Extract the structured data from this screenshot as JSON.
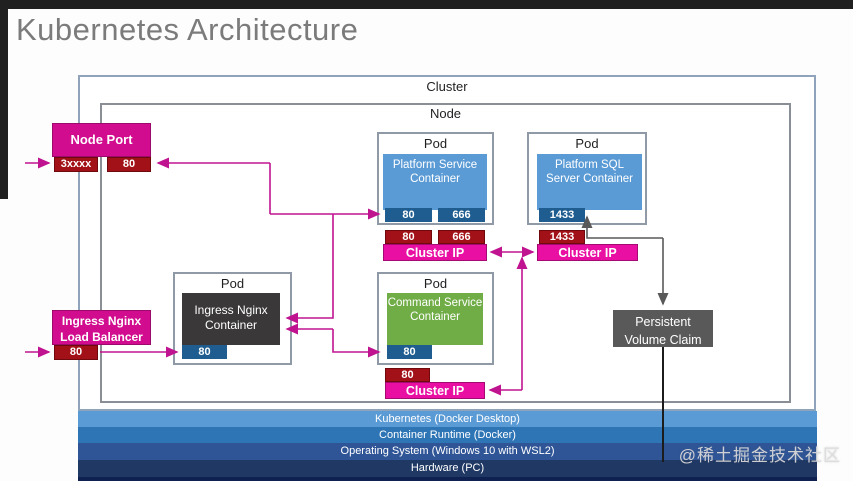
{
  "title": "Kubernetes Architecture",
  "watermark": "@稀土掘金技术社区",
  "labels": {
    "cluster": "Cluster",
    "node": "Node"
  },
  "node_port": {
    "title": "Node Port",
    "port1": "3xxxx",
    "port2": "80"
  },
  "ingress_lb": {
    "title": "Ingress Nginx Load Balancer",
    "port": "80"
  },
  "platform_pod": {
    "pod_label": "Pod",
    "container": "Platform Service Container",
    "container_port1": "80",
    "container_port2": "666",
    "service_port1": "80",
    "service_port2": "666",
    "cluster_ip": "Cluster IP"
  },
  "sql_pod": {
    "pod_label": "Pod",
    "container": "Platform SQL Server Container",
    "container_port1": "1433",
    "service_port1": "1433",
    "cluster_ip": "Cluster IP"
  },
  "ingress_pod": {
    "pod_label": "Pod",
    "container": "Ingress Nginx Container",
    "container_port1": "80"
  },
  "command_pod": {
    "pod_label": "Pod",
    "container": "Command Service Container",
    "container_port1": "80",
    "service_port1": "80",
    "cluster_ip": "Cluster IP"
  },
  "pvc": {
    "label": "Persistent Volume Claim"
  },
  "layers": [
    {
      "label": "Kubernetes (Docker Desktop)",
      "color": "#5B9BD5"
    },
    {
      "label": "Container Runtime (Docker)",
      "color": "#2E75B6"
    },
    {
      "label": "Operating System (Windows 10 with WSL2)",
      "color": "#2F5597"
    },
    {
      "label": "Hardware (PC)",
      "color": "#1F3864"
    }
  ],
  "colors": {
    "magenta": "#D10C8E",
    "cluster_ip_pink": "#E90FA2",
    "port_red": "#A31118",
    "port_blue": "#1F5C8F",
    "container_blue": "#5B9BD5",
    "container_green": "#70AD47",
    "container_dark": "#3A3838",
    "pvc_gray": "#595959",
    "arrow_magenta": "#C01390",
    "arrow_gray": "#595959",
    "line_black": "#1c1c1c"
  }
}
